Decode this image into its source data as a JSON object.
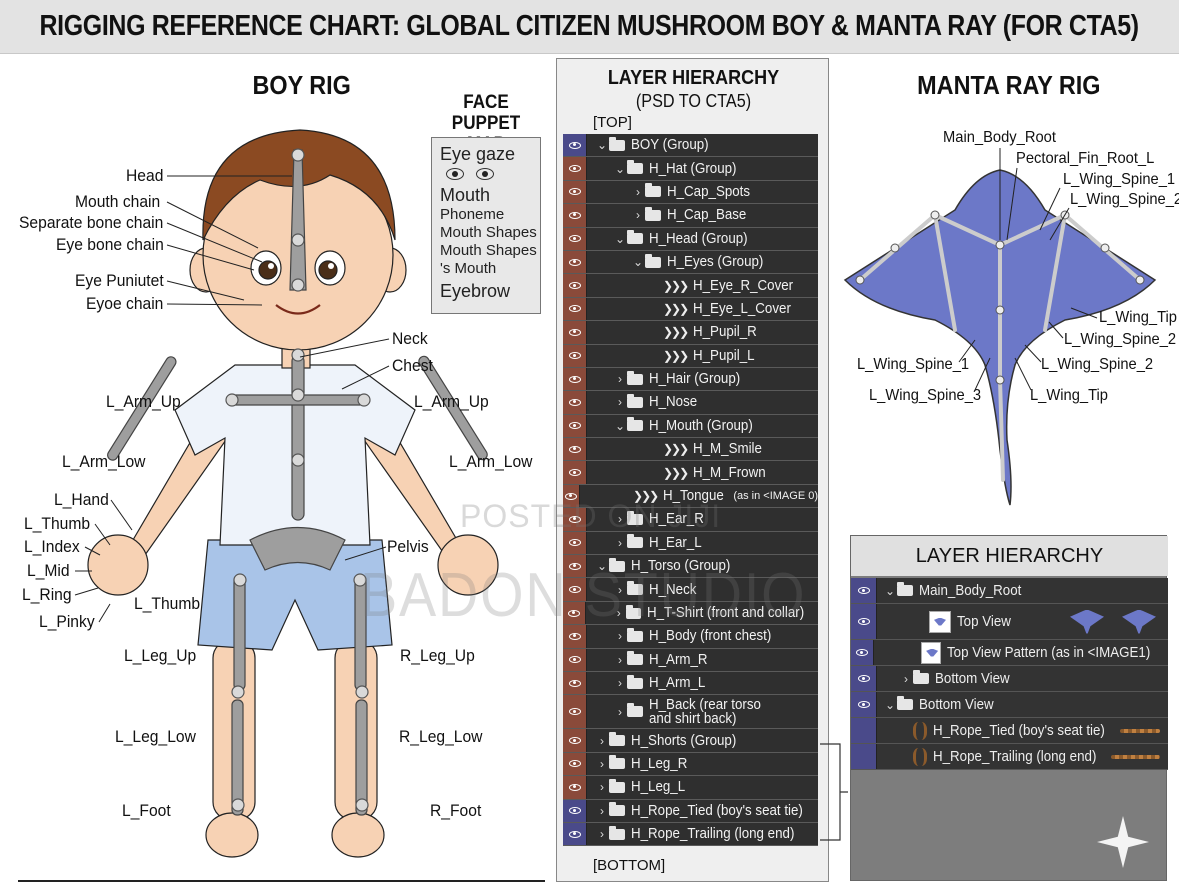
{
  "title": "RIGGING REFERENCE CHART: GLOBAL CITIZEN MUSHROOM BOY & MANTA RAY (FOR CTA5)",
  "boy": {
    "title": "BOY RIG",
    "labels": {
      "head": "Head",
      "mouth_chain": "Mouth chain",
      "separate_bone_chain": "Separate bone chain",
      "eye_bone_chain": "Eye bone chain",
      "eye_puniutet": "Eye Puniutet",
      "eyoe_chain": "Eyoe chain",
      "neck": "Neck",
      "chest": "Chest",
      "l_arm_up_left": "L_Arm_Up",
      "l_arm_up_right": "L_Arm_Up",
      "l_arm_low_left": "L_Arm_Low",
      "l_arm_low_right": "L_Arm_Low",
      "l_hand": "L_Hand",
      "l_thumb": "L_Thumb",
      "l_index": "L_Index",
      "l_mid": "L_Mid",
      "l_ring": "L_Ring",
      "l_pinky": "L_Pinky",
      "l_thumb_2": "L_Thumb",
      "pelvis": "Pelvis",
      "l_leg_up": "L_Leg_Up",
      "r_leg_up": "R_Leg_Up",
      "l_leg_low": "L_Leg_Low",
      "r_leg_low": "R_Leg_Low",
      "l_foot": "L_Foot",
      "r_foot": "R_Foot"
    }
  },
  "face_map": {
    "title_line1": "FACE",
    "title_line2": "PUPPET MAP",
    "eye_gaze": "Eye gaze",
    "mouth": "Mouth",
    "phoneme": "Phoneme",
    "mouth_shapes_1": "Mouth Shapes",
    "mouth_shapes_2": "Mouth Shapes",
    "s_mouth": "'s Mouth",
    "eyebrow": "Eyebrow"
  },
  "layer_hierarchy": {
    "title": "LAYER HIERARCHY",
    "subtitle": "(PSD TO CTA5)",
    "top_marker": "[TOP]",
    "bottom_marker": "[BOTTOM]",
    "rows": [
      {
        "name": "BOY (Group)",
        "note": "",
        "indent": 0,
        "caret": "v",
        "kind": "folder",
        "color": "purple"
      },
      {
        "name": "H_Hat (Group)",
        "note": "",
        "indent": 1,
        "caret": "v",
        "kind": "folder",
        "color": "brown"
      },
      {
        "name": "H_Cap_Spots",
        "note": "",
        "indent": 2,
        "caret": ">",
        "kind": "folder",
        "color": "brown"
      },
      {
        "name": "H_Cap_Base",
        "note": "",
        "indent": 2,
        "caret": ">",
        "kind": "folder",
        "color": "brown"
      },
      {
        "name": "H_Head (Group)",
        "note": "",
        "indent": 1,
        "caret": "v",
        "kind": "folder",
        "color": "brown"
      },
      {
        "name": "H_Eyes (Group)",
        "note": "",
        "indent": 2,
        "caret": "v",
        "kind": "folder",
        "color": "brown"
      },
      {
        "name": "H_Eye_R_Cover",
        "note": "",
        "indent": 3,
        "caret": "",
        "kind": "clip",
        "color": "brown"
      },
      {
        "name": "H_Eye_L_Cover",
        "note": "",
        "indent": 3,
        "caret": "",
        "kind": "clip",
        "color": "brown"
      },
      {
        "name": "H_Pupil_R",
        "note": "",
        "indent": 3,
        "caret": "",
        "kind": "clip",
        "color": "brown"
      },
      {
        "name": "H_Pupil_L",
        "note": "",
        "indent": 3,
        "caret": "",
        "kind": "clip",
        "color": "brown"
      },
      {
        "name": "H_Hair (Group)",
        "note": "",
        "indent": 1,
        "caret": ">",
        "kind": "folder",
        "color": "brown"
      },
      {
        "name": "H_Nose",
        "note": "",
        "indent": 1,
        "caret": ">",
        "kind": "folder",
        "color": "brown"
      },
      {
        "name": "H_Mouth (Group)",
        "note": "",
        "indent": 1,
        "caret": "v",
        "kind": "folder",
        "color": "brown"
      },
      {
        "name": "H_M_Smile",
        "note": "",
        "indent": 3,
        "caret": "",
        "kind": "clip",
        "color": "brown"
      },
      {
        "name": "H_M_Frown",
        "note": "",
        "indent": 3,
        "caret": "",
        "kind": "clip",
        "color": "brown"
      },
      {
        "name": "H_Tongue",
        "note": "(as in <IMAGE 0)",
        "indent": 3,
        "caret": "",
        "kind": "clip",
        "color": "brown"
      },
      {
        "name": "H_Ear_R",
        "note": "",
        "indent": 1,
        "caret": ">",
        "kind": "folder",
        "color": "brown"
      },
      {
        "name": "H_Ear_L",
        "note": "",
        "indent": 1,
        "caret": ">",
        "kind": "folder",
        "color": "brown"
      },
      {
        "name": "H_Torso (Group)",
        "note": "",
        "indent": 0,
        "caret": "v",
        "kind": "folder",
        "color": "brown"
      },
      {
        "name": "H_Neck",
        "note": "",
        "indent": 1,
        "caret": ">",
        "kind": "folder",
        "color": "brown"
      },
      {
        "name": "H_T-Shirt (front and collar)",
        "note": "",
        "indent": 1,
        "caret": ">",
        "kind": "folder",
        "color": "brown"
      },
      {
        "name": "H_Body (front chest)",
        "note": "",
        "indent": 1,
        "caret": ">",
        "kind": "folder",
        "color": "brown"
      },
      {
        "name": "H_Arm_R",
        "note": "",
        "indent": 1,
        "caret": ">",
        "kind": "folder",
        "color": "brown"
      },
      {
        "name": "H_Arm_L",
        "note": "",
        "indent": 1,
        "caret": ">",
        "kind": "folder",
        "color": "brown"
      },
      {
        "name": "H_Back (rear torso",
        "note": "and shirt back)",
        "indent": 1,
        "caret": ">",
        "kind": "folder",
        "color": "brown",
        "double": true
      },
      {
        "name": "H_Shorts (Group)",
        "note": "",
        "indent": 0,
        "caret": ">",
        "kind": "folder",
        "color": "brown"
      },
      {
        "name": "H_Leg_R",
        "note": "",
        "indent": 0,
        "caret": ">",
        "kind": "folder",
        "color": "brown"
      },
      {
        "name": "H_Leg_L",
        "note": "",
        "indent": 0,
        "caret": ">",
        "kind": "folder",
        "color": "brown"
      },
      {
        "name": "H_Rope_Tied (boy's seat tie)",
        "note": "",
        "indent": 0,
        "caret": ">",
        "kind": "folder",
        "color": "purple"
      },
      {
        "name": "H_Rope_Trailing (long end)",
        "note": "",
        "indent": 0,
        "caret": ">",
        "kind": "folder",
        "color": "purple"
      }
    ]
  },
  "manta": {
    "title": "MANTA RAY RIG",
    "labels": {
      "main_body_root": "Main_Body_Root",
      "pectoral_fin_root_l": "Pectoral_Fin_Root_L",
      "l_wing_spine_1_top": "L_Wing_Spine_1",
      "l_wing_spine_2_top": "L_Wing_Spine_2",
      "l_wing_tip_right": "L_Wing_Tip",
      "l_wing_spine_2_mid": "L_Wing_Spine_2",
      "l_wing_spine_1_left": "L_Wing_Spine_1",
      "l_wing_spine_2_low": "L_Wing_Spine_2",
      "l_wing_spine_3": "L_Wing_Spine_3",
      "l_wing_tip_low": "L_Wing_Tip"
    }
  },
  "manta_layers": {
    "title": "LAYER HIERARCHY",
    "rows": [
      {
        "name": "Main_Body_Root",
        "kind": "folder",
        "caret": "v",
        "indent": 0,
        "eye": true
      },
      {
        "name": "Top View",
        "kind": "thumb",
        "caret": "",
        "indent": 2,
        "eye": true,
        "tall": true,
        "previews": true
      },
      {
        "name": "Top View Pattern (as in <IMAGE1)",
        "kind": "thumb",
        "caret": "",
        "indent": 2,
        "eye": true
      },
      {
        "name": "Bottom View",
        "kind": "folder",
        "caret": ">",
        "indent": 1,
        "eye": true
      },
      {
        "name": "Bottom View",
        "kind": "folder",
        "caret": "v",
        "indent": 0,
        "eye": true
      },
      {
        "name": "H_Rope_Tied (boy's seat tie)",
        "kind": "rope",
        "caret": "",
        "indent": 1,
        "eye": false
      },
      {
        "name": "H_Rope_Trailing (long end)",
        "kind": "rope",
        "caret": "",
        "indent": 1,
        "eye": false
      }
    ]
  },
  "watermark": {
    "line1": "POSTED ON JIJI",
    "line2": "BADON STUDIO"
  },
  "colors": {
    "purple": "#4a4a8a",
    "brown": "#8a4a3a",
    "manta_body": "#6c78c8",
    "skin": "#f7d2b4",
    "bone": "#a8a8a8"
  }
}
